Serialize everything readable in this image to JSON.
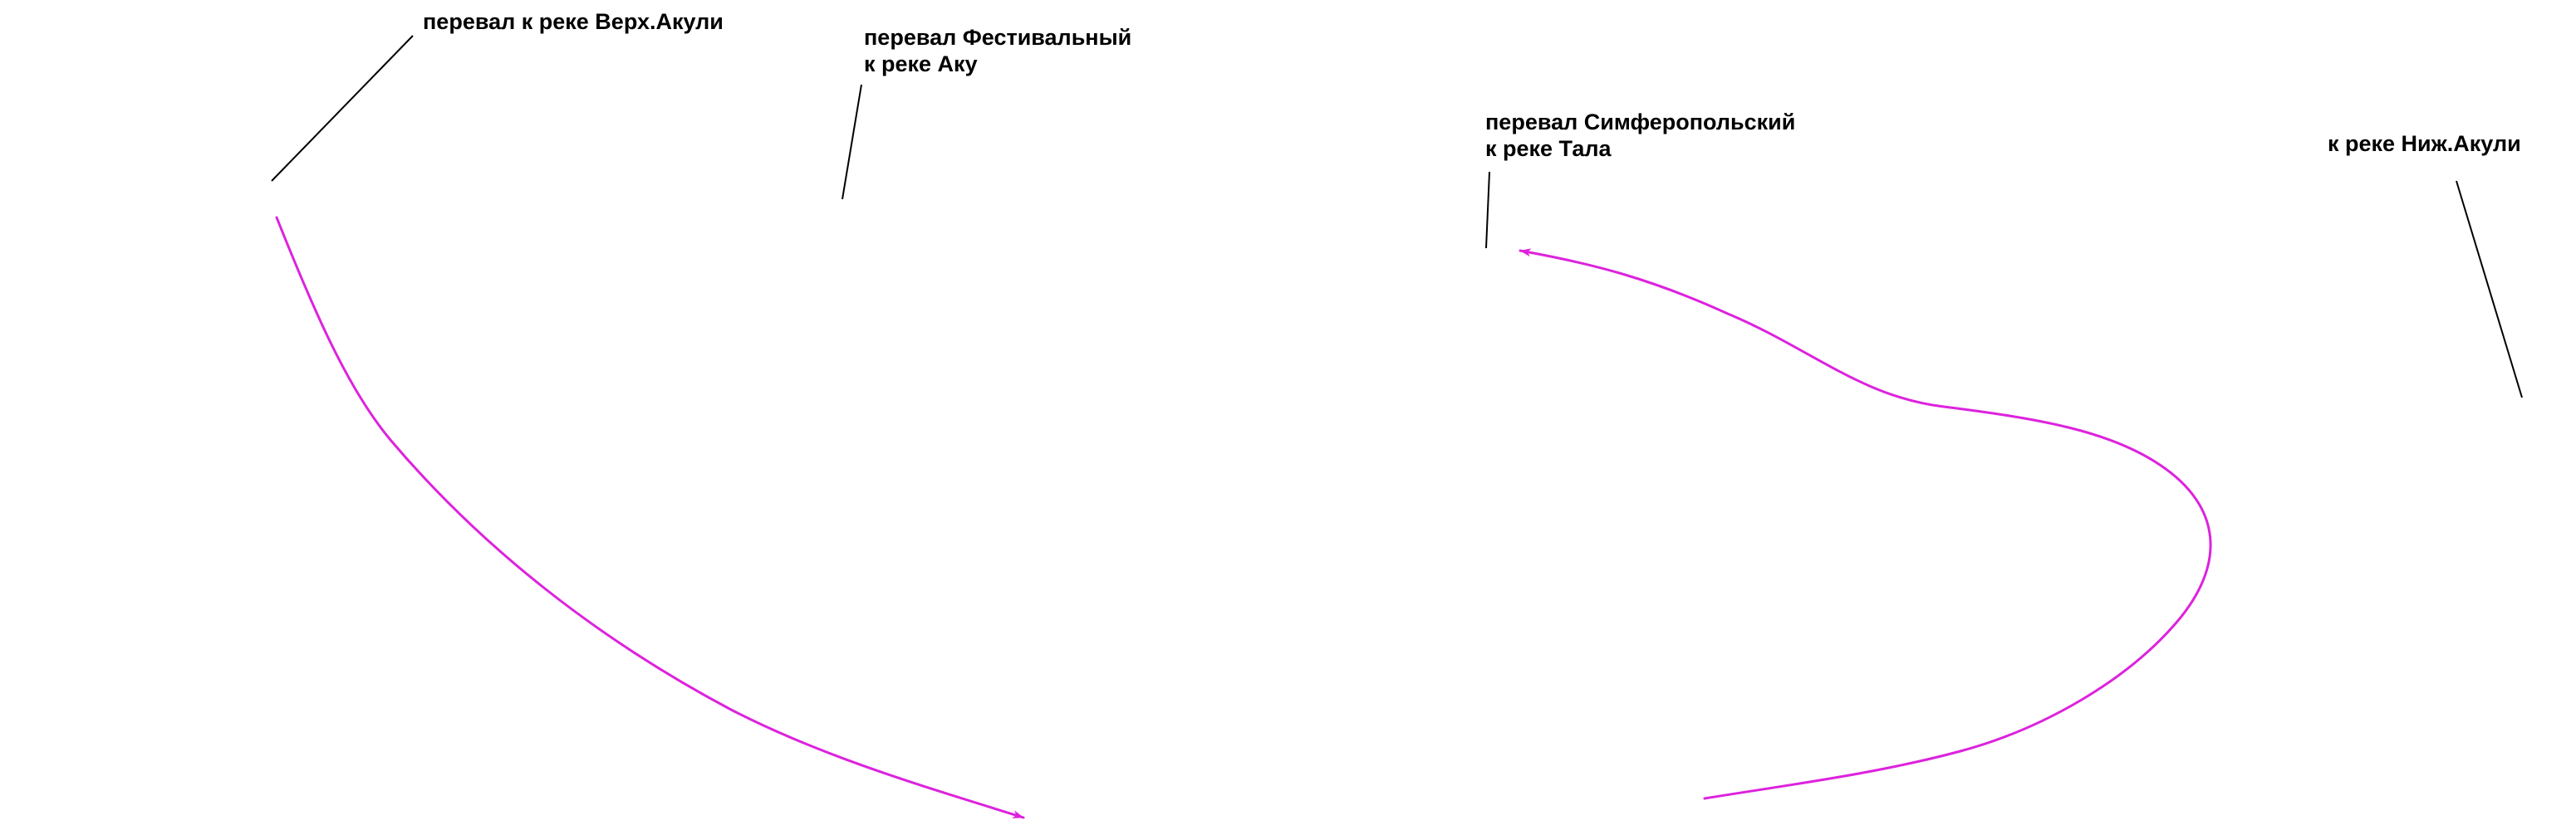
{
  "colors": {
    "route": "#dd22dd",
    "leader": "#000000",
    "text": "#000000",
    "background": "#ffffff"
  },
  "labels": {
    "verkh_akuli": {
      "lines": [
        "перевал к реке Верх.Акули"
      ]
    },
    "festivalny": {
      "lines": [
        "перевал Фестивальный",
        "к реке Аку"
      ]
    },
    "simferopolsky": {
      "lines": [
        "перевал Симферопольский",
        "к реке Тала"
      ]
    },
    "nizh_akuli": {
      "lines": [
        "к реке Ниж.Акули"
      ]
    }
  }
}
